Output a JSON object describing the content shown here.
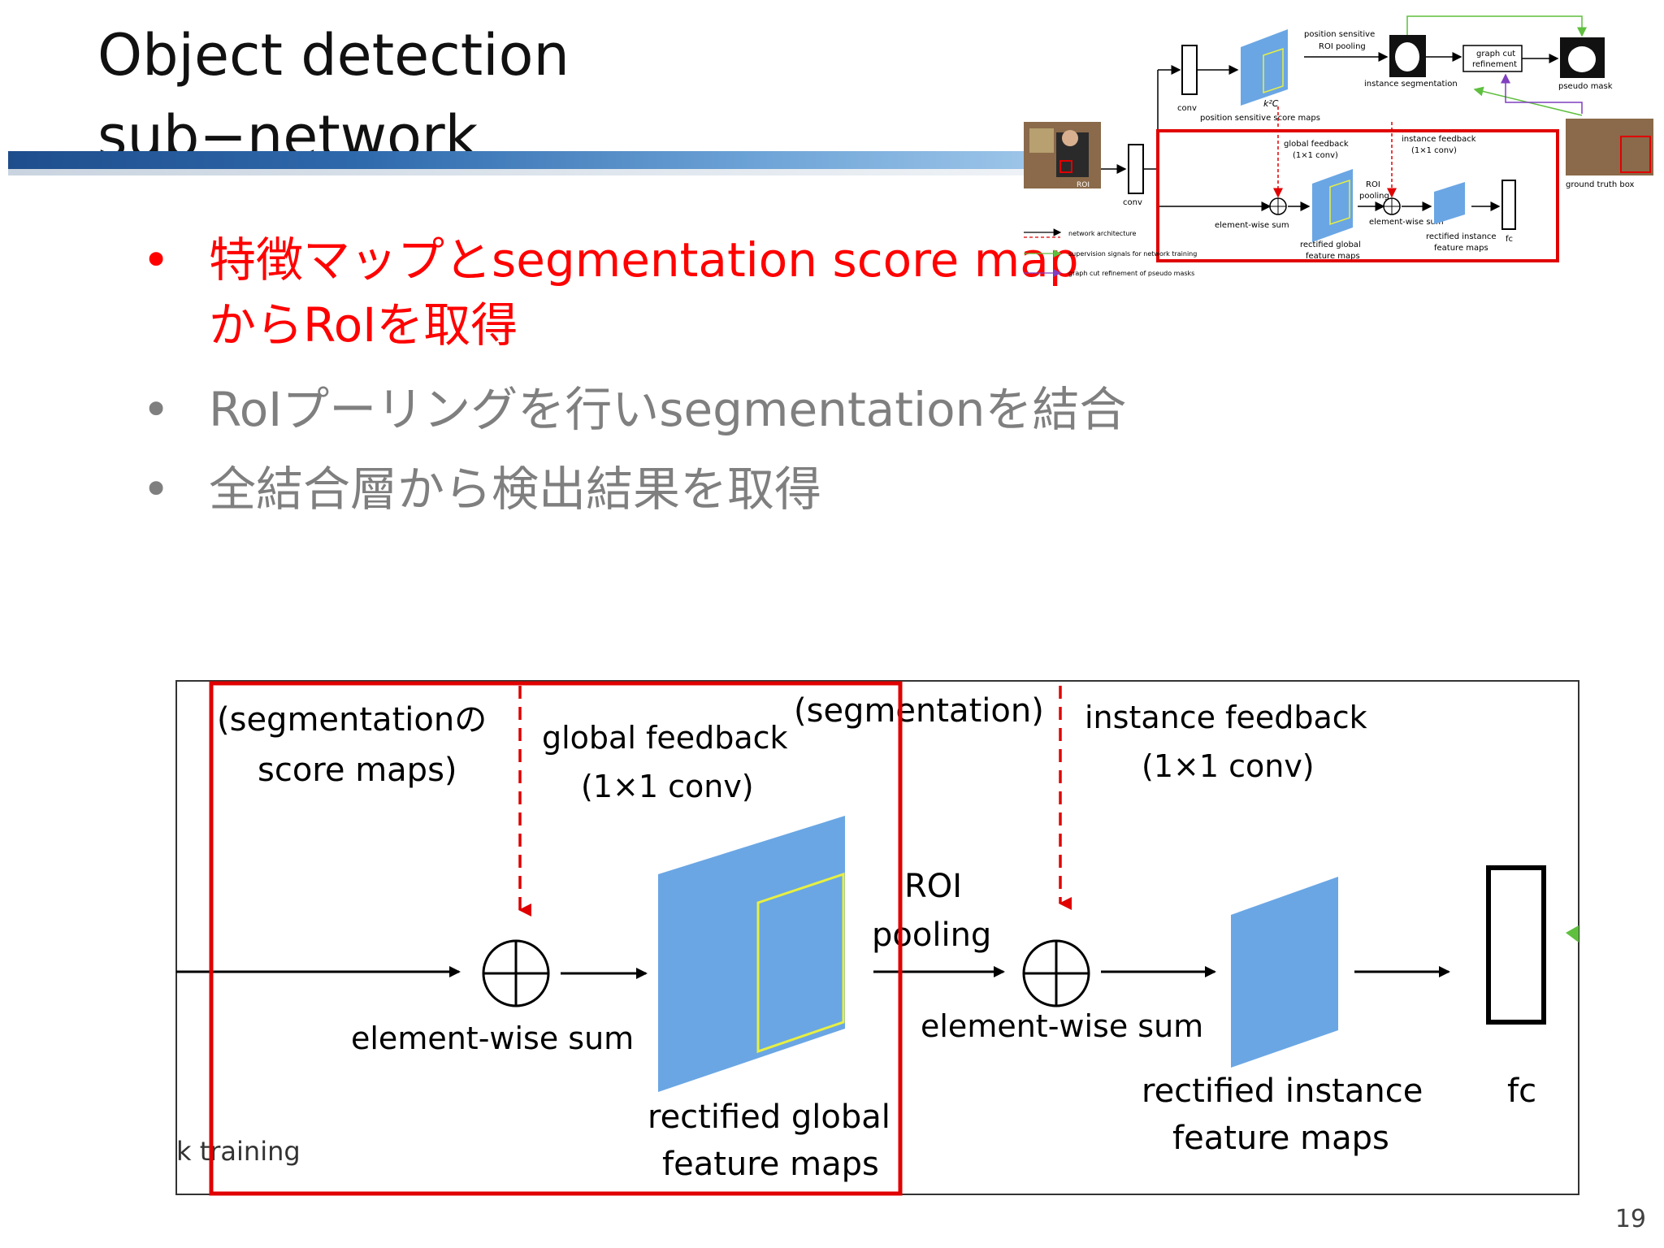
{
  "slide": {
    "title_line1": "Object detection",
    "title_line2": "sub−network",
    "bullets": [
      "特徴マップとsegmentation score mapからRoIを取得",
      "RoIプーリングを行いsegmentationを結合",
      "全結合層から検出結果を取得"
    ],
    "bullet_symbol": "•",
    "page_number": "19",
    "colors": {
      "highlight": "#ff0000",
      "muted": "#7f7f7f",
      "feature_map": "#6aa6e4",
      "title_bar": "#2f6aad"
    }
  },
  "paper_figure": {
    "conv_top": "conv",
    "conv_left": "conv",
    "roi": "ROI",
    "kc": "k²C",
    "ps_score_maps": "position sensitive score maps",
    "ps_roi_pooling_1": "position sensitive",
    "ps_roi_pooling_2": "ROI pooling",
    "instance_segmentation": "instance segmentation",
    "graph_cut_1": "graph cut",
    "graph_cut_2": "refinement",
    "pseudo_mask": "pseudo mask",
    "ground_truth_box": "ground truth box",
    "global_feedback_1": "global feedback",
    "global_feedback_2": "(1×1 conv)",
    "instance_feedback_1": "instance feedback",
    "instance_feedback_2": "(1×1 conv)",
    "roi_pooling_1": "ROI",
    "roi_pooling_2": "pooling",
    "ews_1": "element-wise sum",
    "ews_2": "element-wise sum",
    "rect_global_1": "rectified global",
    "rect_global_2": "feature maps",
    "rect_inst_1": "rectified instance",
    "rect_inst_2": "feature maps",
    "fc": "fc",
    "legend": [
      "network architecture",
      "supervision signals for network training",
      "graph cut refinement of pseudo masks"
    ]
  },
  "main_figure": {
    "annot_score_maps_1": "(segmentationの",
    "annot_score_maps_2": "score maps)",
    "annot_segmentation": "(segmentation)",
    "global_feedback_1": "global feedback",
    "global_feedback_2": "(1×1 conv)",
    "instance_feedback_1": "instance feedback",
    "instance_feedback_2": "(1×1 conv)",
    "roi_1": "ROI",
    "roi_2": "pooling",
    "ews_1": "element-wise sum",
    "ews_2": "element-wise sum",
    "rect_global_1": "rectified global",
    "rect_global_2": "feature maps",
    "rect_inst_1": "rectified instance",
    "rect_inst_2": "feature maps",
    "fc": "fc",
    "cut_text": "k training"
  }
}
